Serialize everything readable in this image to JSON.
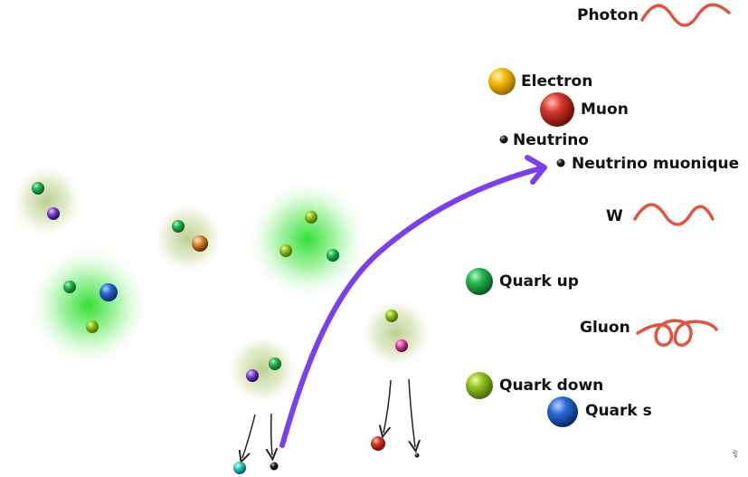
{
  "legend": {
    "photon": "Photon",
    "electron": "Electron",
    "muon": "Muon",
    "neutrino": "Neutrino",
    "neutrino_muonique": "Neutrino muonique",
    "w": "W",
    "quark_up": "Quark up",
    "gluon": "Gluon",
    "quark_down": "Quark down",
    "quark_s": "Quark s"
  },
  "credit": "wfr",
  "colors": {
    "photon_wave": "#e2553a",
    "arrow": "#7a3ff0",
    "quark_up": "#18b04a",
    "quark_down": "#8cc21e",
    "quark_s": "#1c5cc8",
    "electron": "#f0b400",
    "muon": "#d83a30",
    "antiquark_purple": "#7b3bd8",
    "antiquark_orange": "#d9822b",
    "antiquark_magenta": "#e03aa8",
    "cyan": "#23c7b8",
    "glow": "#3ce23c"
  }
}
